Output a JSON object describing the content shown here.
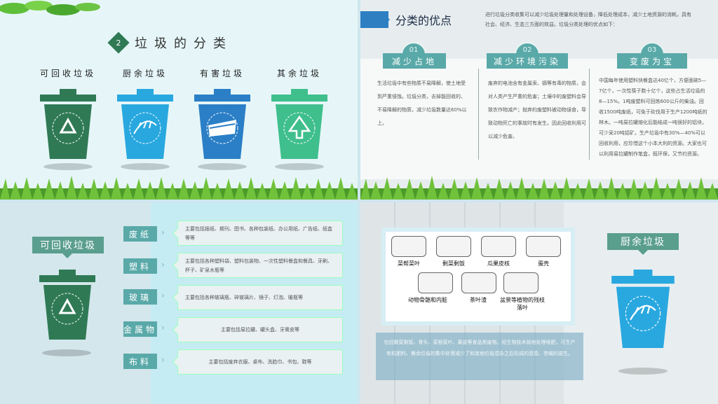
{
  "colors": {
    "recyclable": "#2f7a55",
    "kitchen": "#29a8e0",
    "harmful": "#2b7fc6",
    "other": "#3fbf8c",
    "accent": "#5aa9a9"
  },
  "q1": {
    "num": "2",
    "title": "垃圾的分类",
    "bins": [
      {
        "label": "可回收垃圾",
        "color": "#2f7a55",
        "icon": "recycle-icon"
      },
      {
        "label": "厨余垃圾",
        "color": "#29a8e0",
        "icon": "fishbone-icon"
      },
      {
        "label": "有害垃圾",
        "color": "#2b7fc6",
        "icon": "battery-icon"
      },
      {
        "label": "其余垃圾",
        "color": "#3fbf8c",
        "icon": "tree-icon"
      }
    ]
  },
  "q2": {
    "title": "分类的优点",
    "intro": "进行垃圾分类收集可以减少垃圾处理量和处理设备，降低处理成本，减少土地资源的消耗，具有社会、经济、生态三方面的效益。垃圾分类处理的优点如下：",
    "cols": [
      {
        "num": "01",
        "head": "减少占地",
        "text": "生活垃圾中有些物质不易降解，使土地受到严重侵蚀。垃圾分类，去掉能回收的、不易降解的物质，减少垃圾数量达60%以上。"
      },
      {
        "num": "02",
        "head": "减少环境污染",
        "text": "废弃的电池含有金属汞、镉等有毒的物质，会对人类产生严重的危害；土壤中的废塑料会导致农作物减产；抛弃的废塑料被动物误食，导致动物死亡的事故时有发生。因此回收利用可以减少危害。"
      },
      {
        "num": "03",
        "head": "变废为宝",
        "text": "中国每年使用塑料快餐盒达40亿个，方便面碗5—7亿个，一次性筷子数十亿个，这些占生活垃圾的8—15%。1吨废塑料可回炼600公斤的柴油。回收1500吨废纸，可免于砍伐用于生产1200吨纸的林木。一吨易拉罐熔化后能结成一吨很好的铝块，可少采20吨铝矿。生产垃圾中有30%—40%可以回收利用，应珍惜这个小本大利的资源。大家也可以利用易拉罐制作笔盒，既环保，又节约资源。"
      }
    ]
  },
  "q3": {
    "label": "可回收垃圾",
    "items": [
      {
        "cat": "废纸",
        "text": "主要包括报纸、期刊、图书、各种包装纸、办公用纸、广告纸、纸盒等等"
      },
      {
        "cat": "塑料",
        "text": "主要包括各种塑料袋、塑料包装物、一次性塑料餐盒和餐具、牙刷、杯子、矿泉水瓶等"
      },
      {
        "cat": "玻璃",
        "text": "主要包括各种玻璃瓶、碎玻璃片、镜子、灯泡、暖瓶等"
      },
      {
        "cat": "金属物",
        "text": "主要包括易拉罐、罐头盒、牙膏皮等"
      },
      {
        "cat": "布料",
        "text": "主要包括废弃衣服、桌布、洗脸巾、书包、鞋等"
      }
    ]
  },
  "q4": {
    "label": "厨余垃圾",
    "illus": [
      "菜帮菜叶",
      "剩菜剩饭",
      "瓜果皮核",
      "蛋壳",
      "动物骨骼和内脏",
      "茶叶渣",
      "盆景等植物的残枝落叶"
    ],
    "desc": "包括剩菜剩饭、骨头、菜根菜叶、果皮等食品类废物。经生物技术就地处理堆肥，可生产有机肥料。餐余垃圾的集中处理减少了和其他垃圾混杂之后形成的恶臭、苍蝇的滋生。"
  }
}
